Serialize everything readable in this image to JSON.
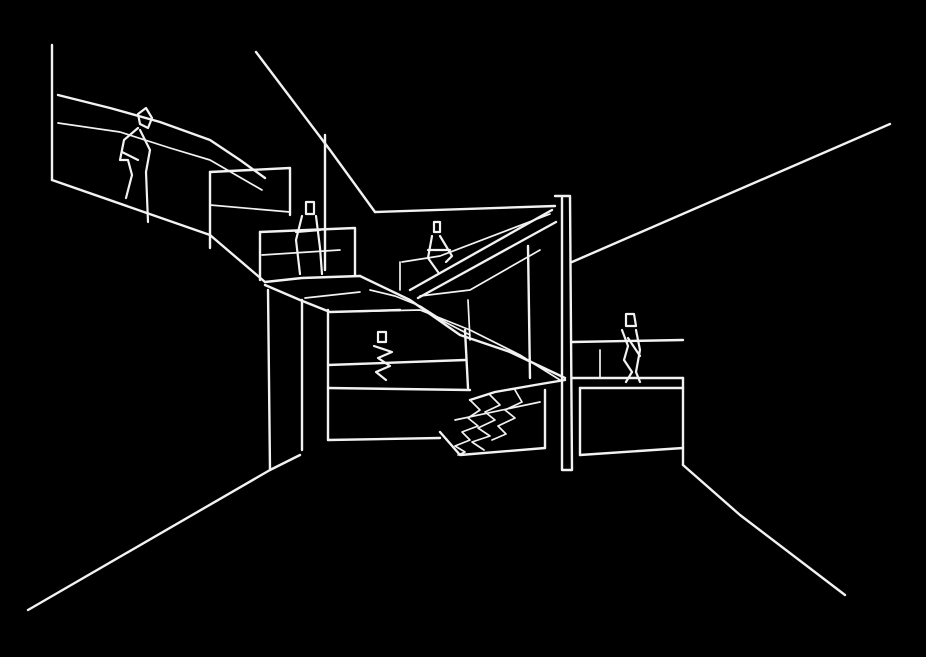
{
  "sketch": {
    "background_color": "#000000",
    "line_color": "#f2f2f2",
    "figures": [
      "person-walking",
      "person-standing",
      "person-descending",
      "person-seated",
      "person-on-balcony"
    ]
  }
}
